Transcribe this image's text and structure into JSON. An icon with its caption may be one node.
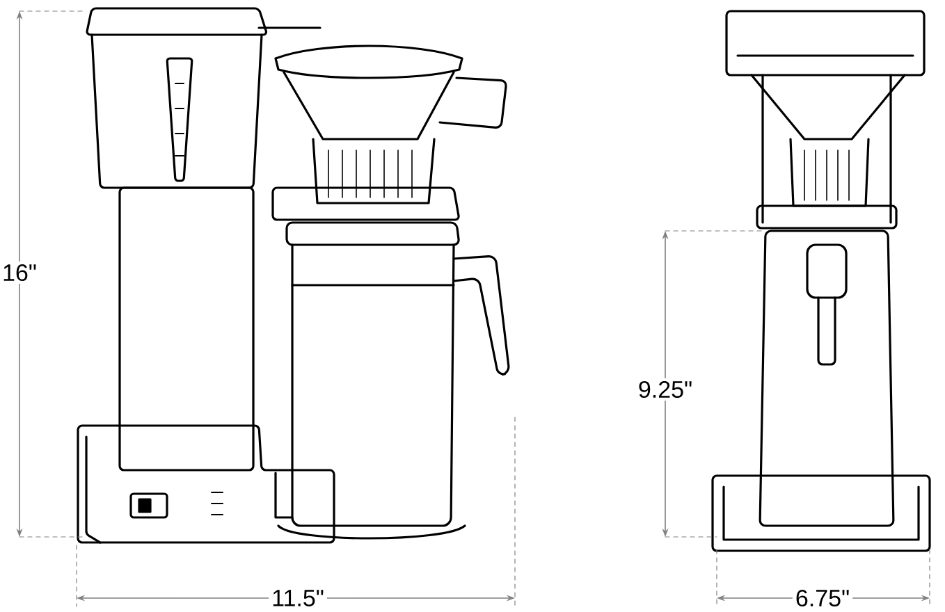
{
  "diagram": {
    "labels": [
      "16\"",
      "11.5\"",
      "9.25\"",
      "6.75\""
    ]
  }
}
